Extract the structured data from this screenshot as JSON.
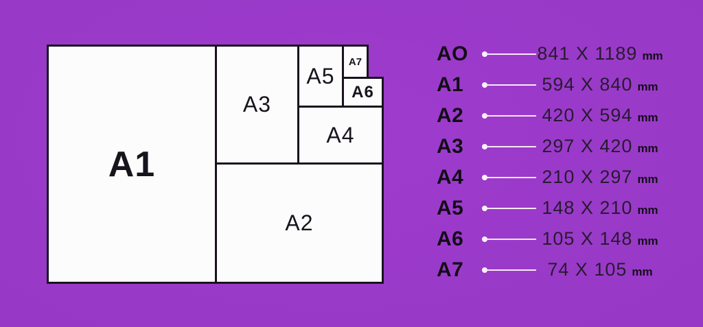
{
  "background_color": "#9737c6",
  "figure": {
    "fill_color": "#fdfcfd",
    "line_color": "#17121d",
    "label_color": "#17141c",
    "boxes": [
      {
        "name": "A1",
        "label": "A1"
      },
      {
        "name": "A2",
        "label": "A2"
      },
      {
        "name": "A3",
        "label": "A3"
      },
      {
        "name": "A4",
        "label": "A4"
      },
      {
        "name": "A5",
        "label": "A5"
      },
      {
        "name": "A6",
        "label": "A6"
      },
      {
        "name": "A7",
        "label": "A7"
      }
    ]
  },
  "legend": {
    "leader_color": "#f7e9f4",
    "label_color": "#120d16",
    "value_color": "#281a31",
    "rows": [
      {
        "label": "AO",
        "size": "841 X 1189",
        "unit": "mm"
      },
      {
        "label": "A1",
        "size": "594 X 840",
        "unit": "mm"
      },
      {
        "label": "A2",
        "size": "420 X 594",
        "unit": "mm"
      },
      {
        "label": "A3",
        "size": "297 X 420",
        "unit": "mm"
      },
      {
        "label": "A4",
        "size": "210 X 297",
        "unit": "mm"
      },
      {
        "label": "A5",
        "size": "148 X 210",
        "unit": "mm"
      },
      {
        "label": "A6",
        "size": "105 X 148",
        "unit": "mm"
      },
      {
        "label": "A7",
        "size": "74 X 105",
        "unit": "mm"
      }
    ]
  }
}
